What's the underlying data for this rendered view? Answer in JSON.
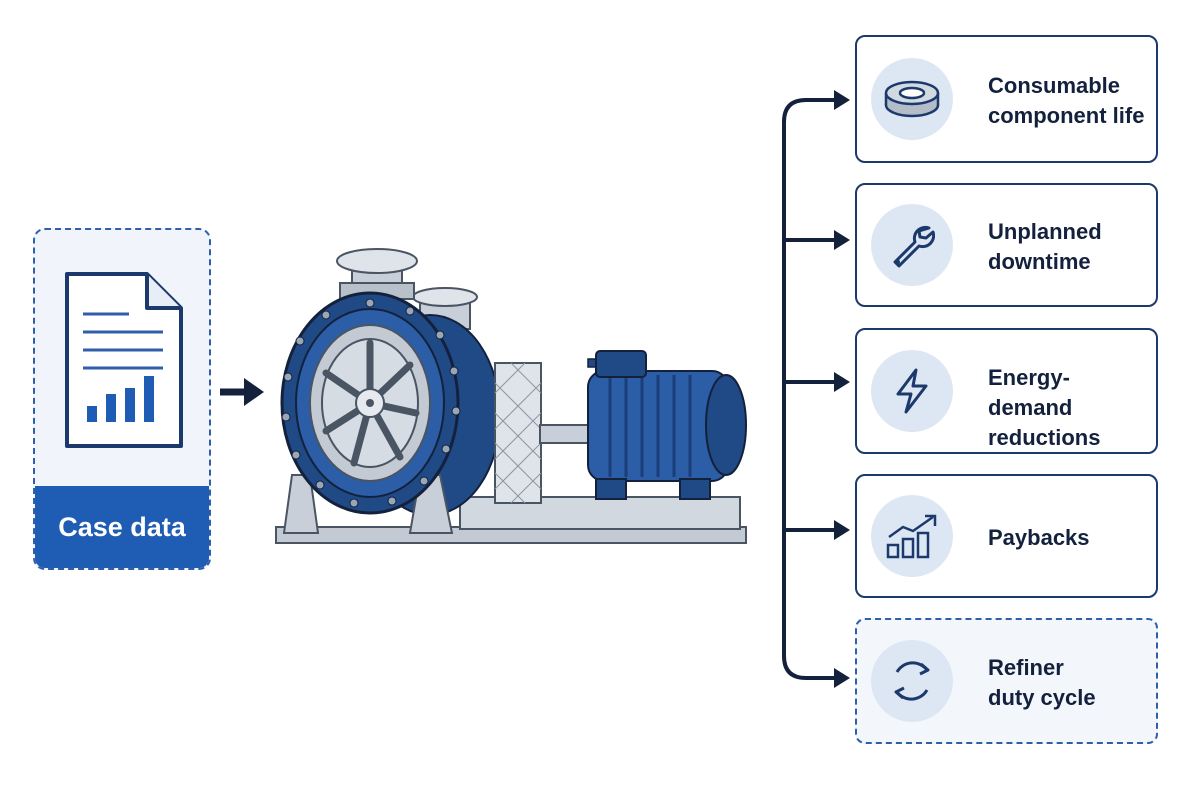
{
  "input": {
    "label": "Case data",
    "document_icon": "report-document-icon"
  },
  "process": {
    "equipment_icon": "refiner-pump-machine-icon"
  },
  "outcomes": [
    {
      "label": "Consumable\ncomponent life",
      "icon": "wear-ring-icon",
      "style": "solid"
    },
    {
      "label": "Unplanned\ndowntime",
      "icon": "wrench-icon",
      "style": "solid"
    },
    {
      "label": "Energy-demand\nreductions",
      "icon": "lightning-icon",
      "style": "solid"
    },
    {
      "label": "Paybacks",
      "icon": "growth-chart-icon",
      "style": "solid"
    },
    {
      "label": "Refiner\nduty cycle",
      "icon": "cycle-arrows-icon",
      "style": "dashed"
    }
  ],
  "colors": {
    "navy": "#1b3a6b",
    "blue": "#1f5cb3",
    "light_blue": "#dde7f4",
    "steel": "#b8c0ca"
  }
}
